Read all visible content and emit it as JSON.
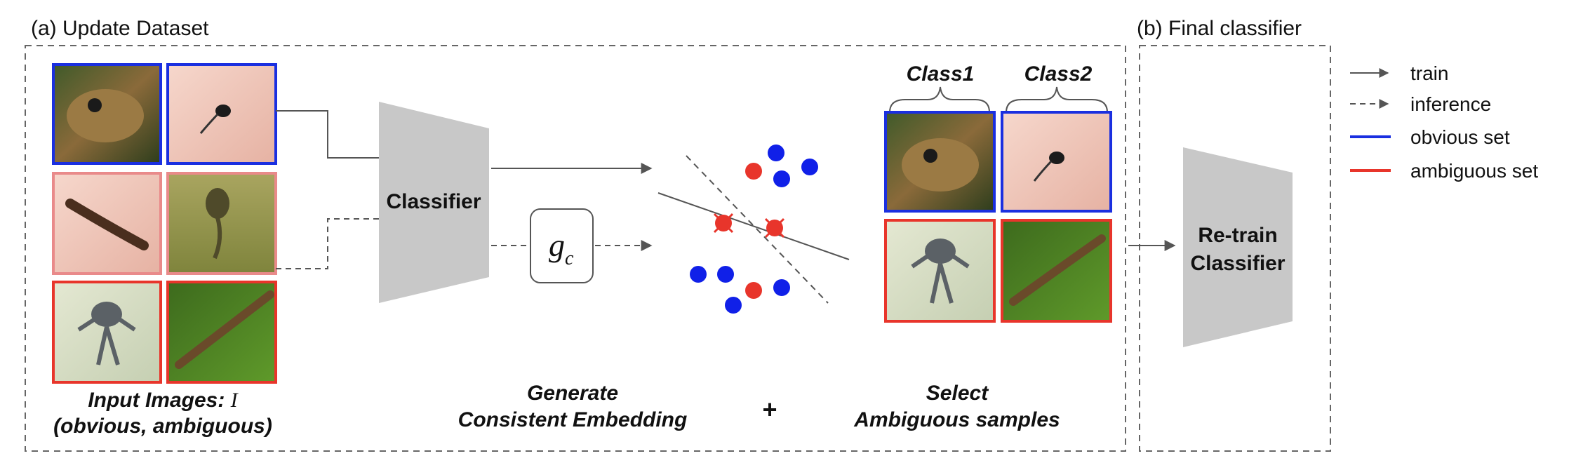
{
  "panel_a": {
    "title": "(a) Update Dataset"
  },
  "panel_b": {
    "title": "(b) Final classifier"
  },
  "input_images": {
    "line1": "Input Images: ",
    "symbol": "I",
    "line2": "(obvious, ambiguous)"
  },
  "classifier": {
    "label": "Classifier"
  },
  "gc": {
    "main": "g",
    "sub": "c"
  },
  "generate": {
    "line1": "Generate",
    "line2": "Consistent Embedding"
  },
  "plus": "+",
  "select": {
    "line1": "Select",
    "line2": "Ambiguous samples"
  },
  "classes": {
    "class1": "Class1",
    "class2": "Class2"
  },
  "retrain": {
    "line1": "Re-train",
    "line2": "Classifier"
  },
  "legend": {
    "train": "train",
    "inference": "inference",
    "obvious": "obvious set",
    "ambiguous": "ambiguous set"
  },
  "colors": {
    "obvious": "#1a2fe0",
    "ambiguous": "#e8352b",
    "ambiguous_dot": "#e8352b",
    "obvious_dot": "#1020e8",
    "trapezoid": "#c8c8c8",
    "arrow": "#555555"
  }
}
